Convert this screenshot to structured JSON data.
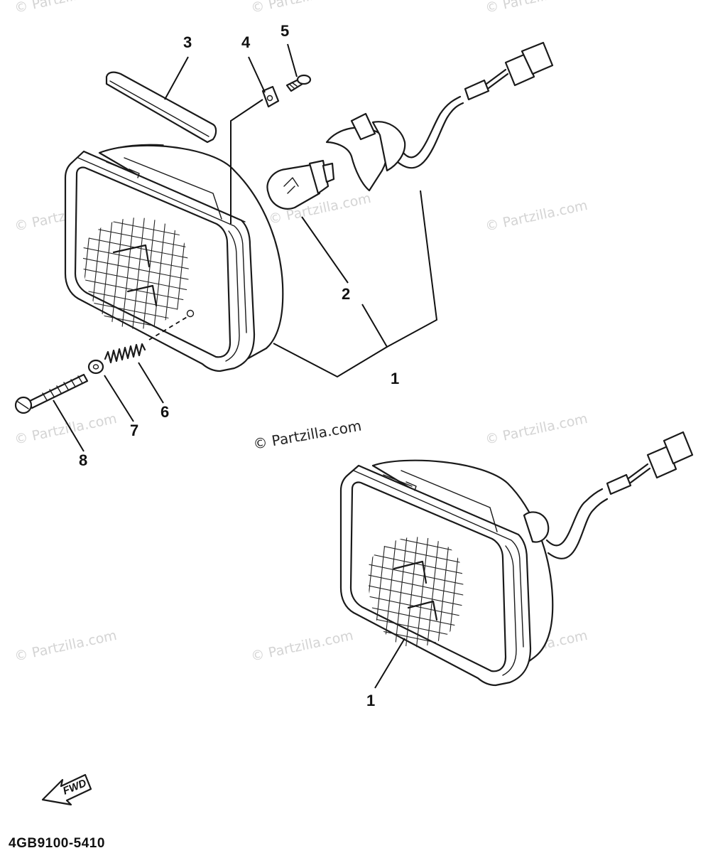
{
  "watermark": {
    "text": "© Partzilla.com"
  },
  "callouts": [
    {
      "id": "1a",
      "label": "1"
    },
    {
      "id": "1b",
      "label": "1"
    },
    {
      "id": "2",
      "label": "2"
    },
    {
      "id": "3",
      "label": "3"
    },
    {
      "id": "4",
      "label": "4"
    },
    {
      "id": "5",
      "label": "5"
    },
    {
      "id": "6",
      "label": "6"
    },
    {
      "id": "7",
      "label": "7"
    },
    {
      "id": "8",
      "label": "8"
    }
  ],
  "fwd_label": "FWD",
  "diagram_code": "4GB9100-5410"
}
